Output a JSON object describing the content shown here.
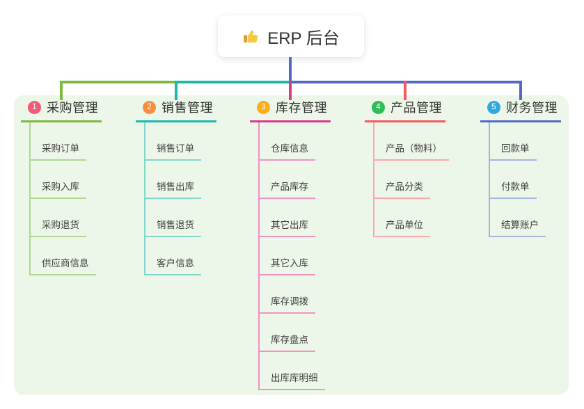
{
  "root": {
    "label": "ERP 后台",
    "icon": "thumbs-up-icon"
  },
  "colors": {
    "page_background": "#ffffff",
    "panel_background": "#EDF7E9",
    "root_line": "#5169C7",
    "title_text": "#333333",
    "child_text": "#3e3e3e"
  },
  "branches": [
    {
      "badge": "1",
      "title": "采购管理",
      "badge_color": "#F25C77",
      "line_color": "#7CBA3F",
      "child_line_color": "#AFD792",
      "children": [
        "采购订单",
        "采购入库",
        "采购退货",
        "供应商信息"
      ]
    },
    {
      "badge": "2",
      "title": "销售管理",
      "badge_color": "#FB8D3D",
      "line_color": "#19BAAA",
      "child_line_color": "#82D7CC",
      "children": [
        "销售订单",
        "销售出库",
        "销售退货",
        "客户信息"
      ]
    },
    {
      "badge": "3",
      "title": "库存管理",
      "badge_color": "#FBAE18",
      "line_color": "#DA3A8E",
      "child_line_color": "#F092C5",
      "children": [
        "仓库信息",
        "产品库存",
        "其它出库",
        "其它入库",
        "库存调拨",
        "库存盘点",
        "出库库明细"
      ]
    },
    {
      "badge": "4",
      "title": "产品管理",
      "badge_color": "#2EBD59",
      "line_color": "#F8585F",
      "child_line_color": "#FBA8AB",
      "children": [
        "产品（物料）",
        "产品分类",
        "产品单位"
      ]
    },
    {
      "badge": "5",
      "title": "财务管理",
      "badge_color": "#30A9E1",
      "line_color": "#5169C7",
      "child_line_color": "#A6B4E4",
      "children": [
        "回款单",
        "付款单",
        "结算账户"
      ]
    }
  ]
}
